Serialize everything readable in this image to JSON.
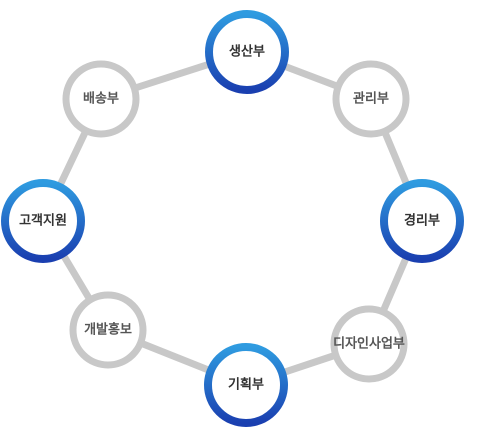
{
  "org_ring": {
    "nodes": [
      {
        "label": "생산부",
        "style": "blue"
      },
      {
        "label": "관리부",
        "style": "gray"
      },
      {
        "label": "경리부",
        "style": "blue"
      },
      {
        "label": "디자인사업부",
        "style": "gray"
      },
      {
        "label": "기획부",
        "style": "blue"
      },
      {
        "label": "개발홍보",
        "style": "gray"
      },
      {
        "label": "고객지원",
        "style": "blue"
      },
      {
        "label": "배송부",
        "style": "gray"
      }
    ]
  },
  "colors": {
    "ring": "#c8c8c8",
    "gray_border": "#c8c8c8",
    "blue_gradient_top": "#2f9be0",
    "blue_gradient_bottom": "#1a3fb0",
    "fill": "#ffffff"
  }
}
